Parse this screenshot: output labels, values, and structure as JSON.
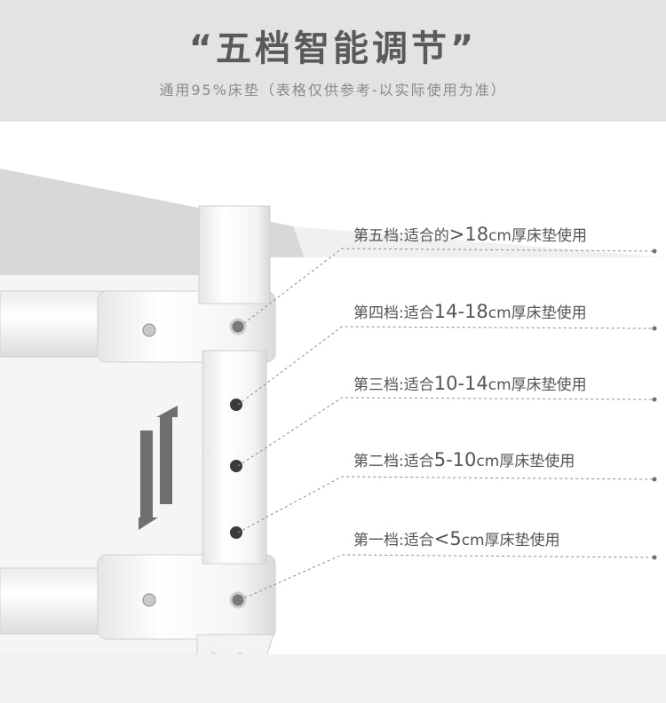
{
  "header": {
    "title": "“五档智能调节”",
    "subtitle": "通用95%床垫（表格仅供参考-以实际使用为准）"
  },
  "levels": [
    {
      "prefix": "第五档:适合的",
      "value": ">18",
      "suffix": "cm厚床垫使用"
    },
    {
      "prefix": "第四档:适合",
      "value": "14-18",
      "suffix": "cm厚床垫使用"
    },
    {
      "prefix": "第三档:适合",
      "value": "10-14",
      "suffix": "cm厚床垫使用"
    },
    {
      "prefix": "第二档:适合",
      "value": "5-10",
      "suffix": "cm厚床垫使用"
    },
    {
      "prefix": "第一档:适合",
      "value": "<5",
      "suffix": "cm厚床垫使用"
    }
  ],
  "colors": {
    "header_bg": "#e3e3e3",
    "title": "#5a5a5a",
    "label": "#555555",
    "pole": "#ffffff",
    "arrow": "#6f6f6f"
  },
  "icons": [
    "double-arrow-icon",
    "screw-icon"
  ]
}
